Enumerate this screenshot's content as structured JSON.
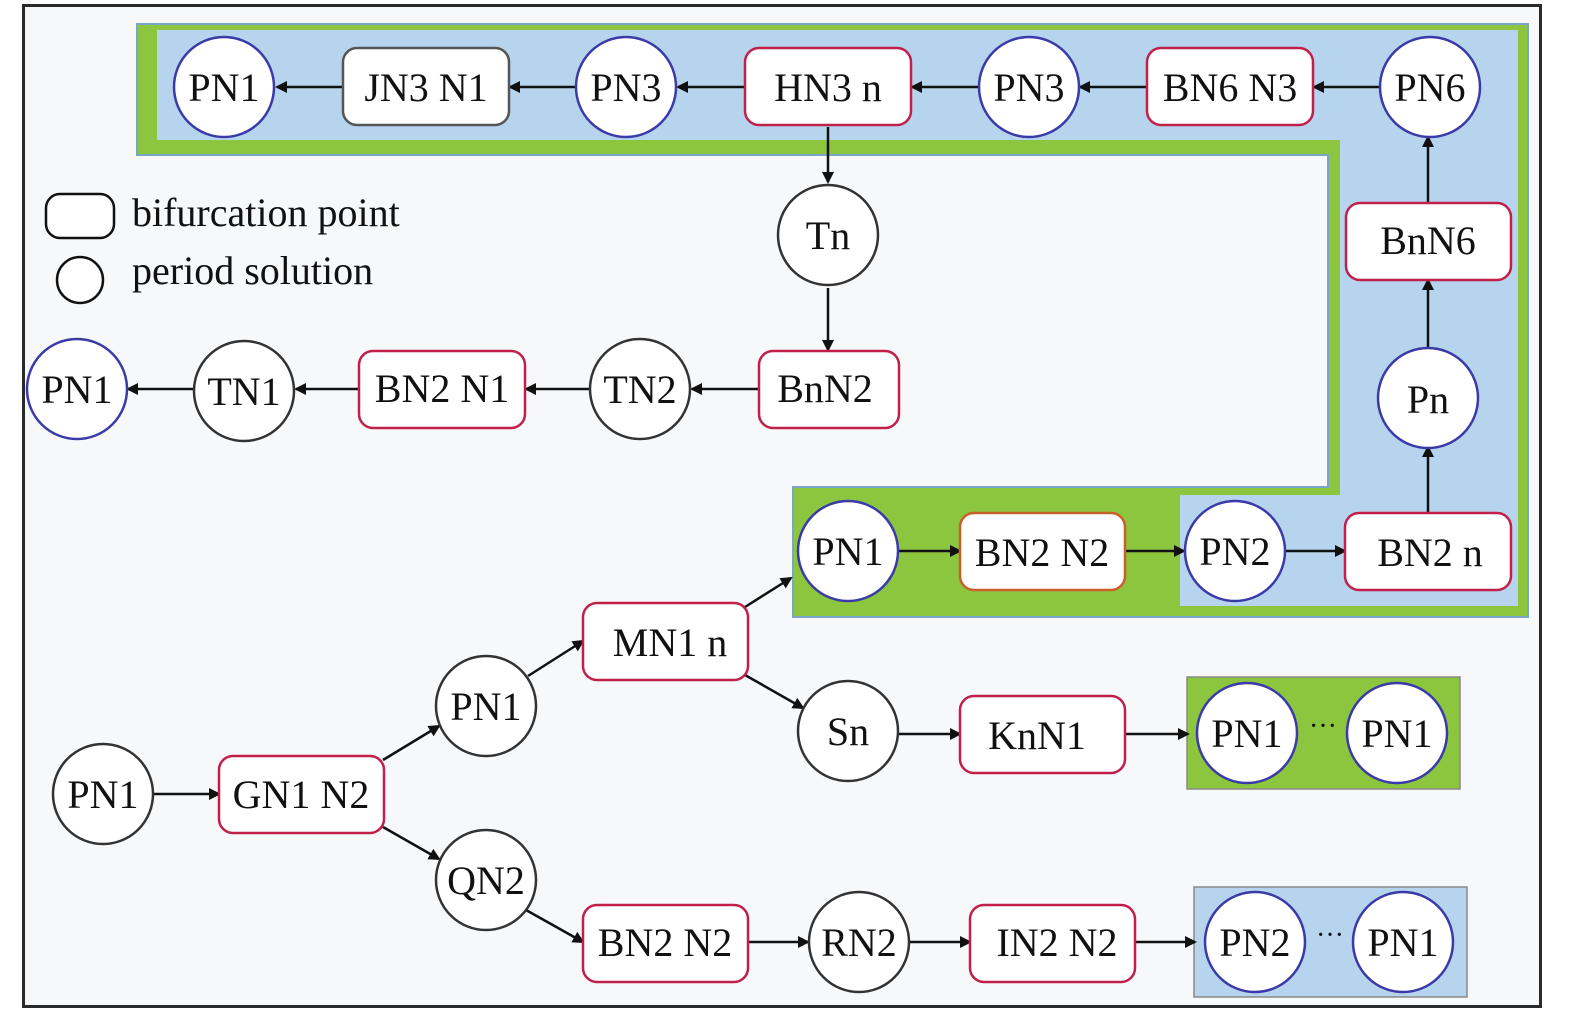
{
  "colors": {
    "green_region": "#8cc63f",
    "blue_region": "#b7d4ee",
    "node_border_red": "#c0204a",
    "circle_border": "#333333",
    "background": "#f7f8fa"
  },
  "legend": {
    "bifurcation_label": "bifurcation point",
    "period_label": "period solution"
  },
  "nodes": {
    "top_pn1": "PN1",
    "top_jn3n1": "JN3 N1",
    "top_pn3a": "PN3",
    "top_hn3n": "HN3 n",
    "top_pn3b": "PN3",
    "top_bn6n3": "BN6 N3",
    "top_pn6": "PN6",
    "right_bnn6": "BnN6",
    "right_pn": "Pn",
    "right_bn2n": "BN2 n",
    "mid_tn": "Tn",
    "mid_bnn2": "BnN2",
    "mid_tn2": "TN2",
    "mid_bn2n1": "BN2 N1",
    "mid_tn1": "TN1",
    "mid_pn1": "PN1",
    "grp_pn1": "PN1",
    "grp_bn2n2": "BN2 N2",
    "grp_pn2": "PN2",
    "low_mn1n": "MN1 n",
    "low_pn1": "PN1",
    "low_start_pn1": "PN1",
    "low_gn1n2": "GN1 N2",
    "low_qn2": "QN2",
    "low_sn": "Sn",
    "low_knn1": "KnN1",
    "low_end1_a": "PN1",
    "low_end1_b": "PN1",
    "bot_bn2n2": "BN2 N2",
    "bot_rn2": "RN2",
    "bot_in2n2": "IN2 N2",
    "bot_end_a": "PN2",
    "bot_end_b": "PN1"
  },
  "ellipsis": "···"
}
